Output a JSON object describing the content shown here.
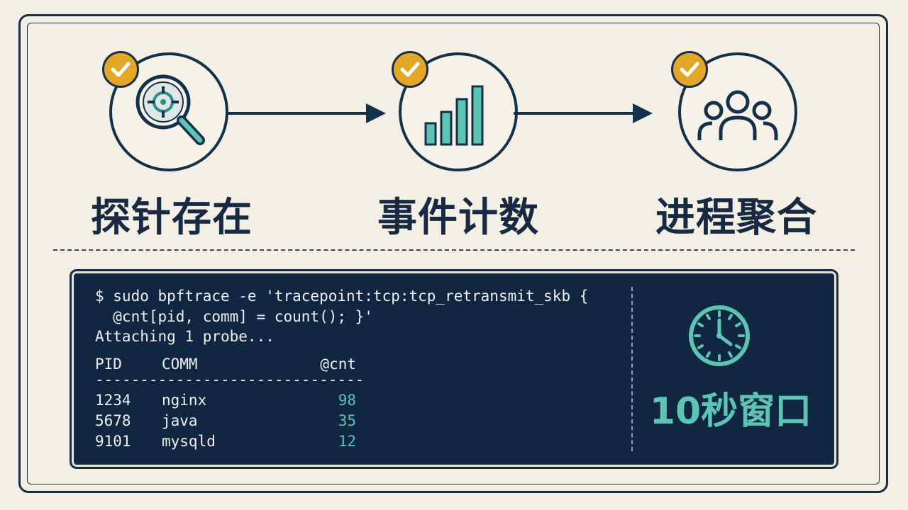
{
  "steps": [
    {
      "label": "探针存在",
      "icon": "magnifier-target-icon"
    },
    {
      "label": "事件计数",
      "icon": "bar-chart-icon"
    },
    {
      "label": "进程聚合",
      "icon": "users-group-icon"
    }
  ],
  "terminal": {
    "command_line1": "$ sudo bpftrace -e 'tracepoint:tcp:tcp_retransmit_skb {",
    "command_line2": "  @cnt[pid, comm] = count(); }'",
    "status": "Attaching 1 probe...",
    "headers": {
      "pid": "PID",
      "comm": "COMM",
      "cnt": "@cnt"
    },
    "separator": "------------------------------",
    "rows": [
      {
        "pid": "1234",
        "comm": "nginx",
        "cnt": "98"
      },
      {
        "pid": "5678",
        "comm": "java",
        "cnt": "35"
      },
      {
        "pid": "9101",
        "comm": "mysqld",
        "cnt": "12"
      }
    ]
  },
  "timer": {
    "label": "10秒窗口",
    "icon": "clock-icon"
  },
  "colors": {
    "navy": "#172a42",
    "teal": "#5dc4b4",
    "gold": "#e3a626",
    "paper": "#f3efe4",
    "terminal_bg": "#102641"
  }
}
